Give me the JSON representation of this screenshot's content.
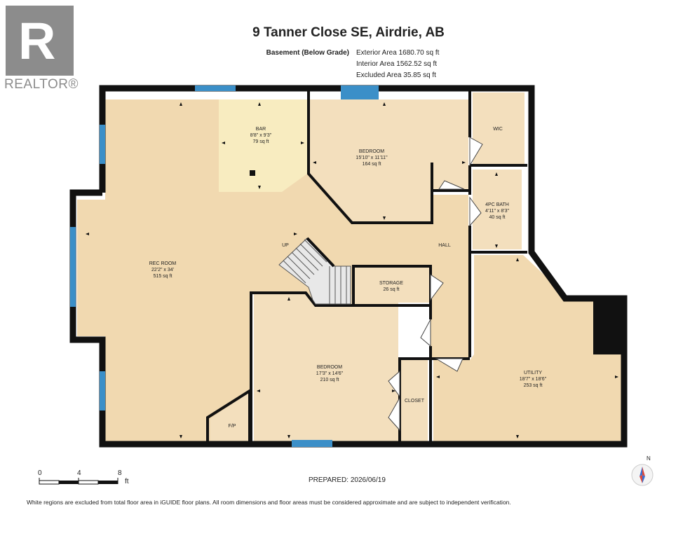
{
  "logo": {
    "glyph": "R",
    "text": "REALTOR®"
  },
  "title": "9 Tanner Close SE, Airdrie, AB",
  "level": "Basement (Below Grade)",
  "areas": [
    "Exterior Area 1680.70 sq ft",
    "Interior Area 1562.52 sq ft",
    "Excluded Area 35.85 sq ft"
  ],
  "rooms": {
    "bar": {
      "name": "BAR",
      "dims": "8'8\" x 9'3\"",
      "area": "79 sq ft"
    },
    "bedroom1": {
      "name": "BEDROOM",
      "dims": "15'10\" x 11'11\"",
      "area": "164 sq ft"
    },
    "wic": {
      "name": "WIC"
    },
    "bath": {
      "name": "4PC BATH",
      "dims": "4'11\" x 8'3\"",
      "area": "40 sq ft"
    },
    "hall": {
      "name": "HALL"
    },
    "up": {
      "name": "UP"
    },
    "rec": {
      "name": "REC ROOM",
      "dims": "22'2\" x 34'",
      "area": "515 sq ft"
    },
    "storage": {
      "name": "STORAGE",
      "area": "26 sq ft"
    },
    "bedroom2": {
      "name": "BEDROOM",
      "dims": "17'3\" x 14'6\"",
      "area": "210 sq ft"
    },
    "closet": {
      "name": "CLOSET"
    },
    "utility": {
      "name": "UTILITY",
      "dims": "18'7\" x 18'6\"",
      "area": "253 sq ft"
    },
    "fp": {
      "name": "F/P"
    }
  },
  "scale": {
    "ticks": [
      "0",
      "4",
      "8"
    ],
    "unit": "ft"
  },
  "compass": {
    "north": "N"
  },
  "prepared": "PREPARED: 2026/06/19",
  "disclaimer": "White regions are excluded from total floor area in iGUIDE floor plans. All room dimensions and floor areas must be considered approximate and are subject to independent verification.",
  "colors": {
    "floor": "#f1d9b0",
    "bar": "#f8ecc0",
    "room": "#f3dfbd",
    "wall": "#111111",
    "window": "#3b8fc8"
  }
}
